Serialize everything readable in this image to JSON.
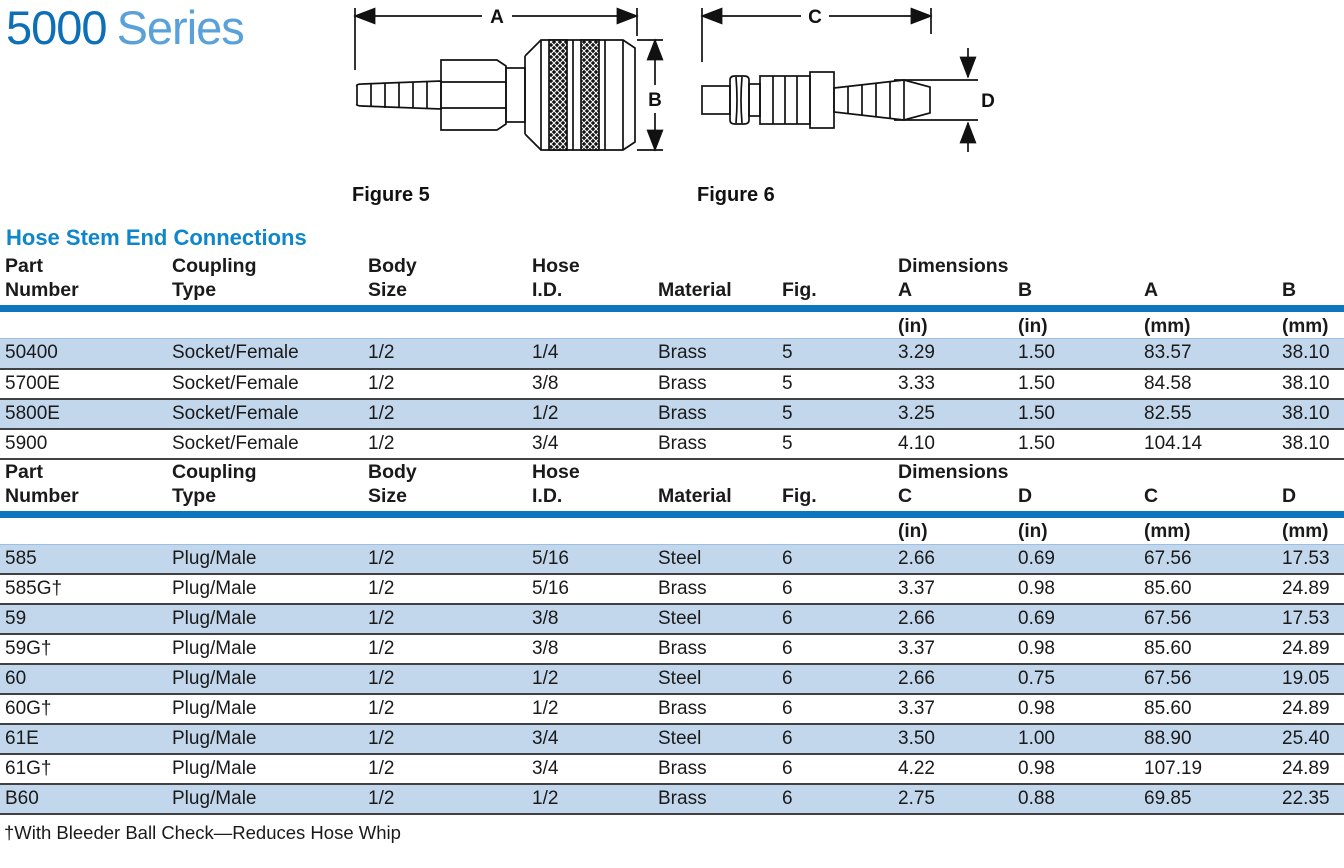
{
  "page": {
    "title_primary": "5000",
    "title_secondary": "Series",
    "section_heading": "Hose Stem End Connections",
    "footnote": "†With Bleeder Ball Check—Reduces Hose Whip",
    "colors": {
      "title_primary": "#0d6fb8",
      "title_secondary": "#5ba1d9",
      "section_heading": "#0d86ca",
      "table_rule": "#0e76bd",
      "row_stripe": "#c3d7ec",
      "row_border": "#414143"
    }
  },
  "figures": [
    {
      "label": "Figure 5",
      "dim_horizontal": "A",
      "dim_vertical": "B",
      "depicts": "socket-female-coupling-drawing"
    },
    {
      "label": "Figure 6",
      "dim_horizontal": "C",
      "dim_vertical": "D",
      "depicts": "plug-male-coupling-drawing"
    }
  ],
  "table1": {
    "header_cols": [
      {
        "line1": "Part",
        "line2": "Number"
      },
      {
        "line1": "Coupling",
        "line2": "Type"
      },
      {
        "line1": "Body",
        "line2": "Size"
      },
      {
        "line1": "Hose",
        "line2": "I.D."
      },
      {
        "line1": "",
        "line2": "Material"
      },
      {
        "line1": "",
        "line2": "Fig."
      },
      {
        "line1": "Dimensions",
        "line2": "A"
      },
      {
        "line1": "",
        "line2": "B"
      },
      {
        "line1": "",
        "line2": "A"
      },
      {
        "line1": "",
        "line2": "B"
      }
    ],
    "units": [
      "",
      "",
      "",
      "",
      "",
      "",
      "(in)",
      "(in)",
      "(mm)",
      "(mm)"
    ],
    "rows": [
      {
        "part": "50400",
        "coupling": "Socket/Female",
        "body": "1/2",
        "hose": "1/4",
        "material": "Brass",
        "fig": "5",
        "d1": "3.29",
        "d2": "1.50",
        "d3": "83.57",
        "d4": "38.10"
      },
      {
        "part": "5700E",
        "coupling": "Socket/Female",
        "body": "1/2",
        "hose": "3/8",
        "material": "Brass",
        "fig": "5",
        "d1": "3.33",
        "d2": "1.50",
        "d3": "84.58",
        "d4": "38.10"
      },
      {
        "part": "5800E",
        "coupling": "Socket/Female",
        "body": "1/2",
        "hose": "1/2",
        "material": "Brass",
        "fig": "5",
        "d1": "3.25",
        "d2": "1.50",
        "d3": "82.55",
        "d4": "38.10"
      },
      {
        "part": "5900",
        "coupling": "Socket/Female",
        "body": "1/2",
        "hose": "3/4",
        "material": "Brass",
        "fig": "5",
        "d1": "4.10",
        "d2": "1.50",
        "d3": "104.14",
        "d4": "38.10"
      }
    ]
  },
  "table2": {
    "header_cols": [
      {
        "line1": "Part",
        "line2": "Number"
      },
      {
        "line1": "Coupling",
        "line2": "Type"
      },
      {
        "line1": "Body",
        "line2": "Size"
      },
      {
        "line1": "Hose",
        "line2": "I.D."
      },
      {
        "line1": "",
        "line2": "Material"
      },
      {
        "line1": "",
        "line2": "Fig."
      },
      {
        "line1": "Dimensions",
        "line2": "C"
      },
      {
        "line1": "",
        "line2": "D"
      },
      {
        "line1": "",
        "line2": "C"
      },
      {
        "line1": "",
        "line2": "D"
      }
    ],
    "units": [
      "",
      "",
      "",
      "",
      "",
      "",
      "(in)",
      "(in)",
      "(mm)",
      "(mm)"
    ],
    "rows": [
      {
        "part": "585",
        "coupling": "Plug/Male",
        "body": "1/2",
        "hose": "5/16",
        "material": "Steel",
        "fig": "6",
        "d1": "2.66",
        "d2": "0.69",
        "d3": "67.56",
        "d4": "17.53"
      },
      {
        "part": "585G†",
        "coupling": "Plug/Male",
        "body": "1/2",
        "hose": "5/16",
        "material": "Brass",
        "fig": "6",
        "d1": "3.37",
        "d2": "0.98",
        "d3": "85.60",
        "d4": "24.89"
      },
      {
        "part": "59",
        "coupling": "Plug/Male",
        "body": "1/2",
        "hose": "3/8",
        "material": "Steel",
        "fig": "6",
        "d1": "2.66",
        "d2": "0.69",
        "d3": "67.56",
        "d4": "17.53"
      },
      {
        "part": "59G†",
        "coupling": "Plug/Male",
        "body": "1/2",
        "hose": "3/8",
        "material": "Brass",
        "fig": "6",
        "d1": "3.37",
        "d2": "0.98",
        "d3": "85.60",
        "d4": "24.89"
      },
      {
        "part": "60",
        "coupling": "Plug/Male",
        "body": "1/2",
        "hose": "1/2",
        "material": "Steel",
        "fig": "6",
        "d1": "2.66",
        "d2": "0.75",
        "d3": "67.56",
        "d4": "19.05"
      },
      {
        "part": "60G†",
        "coupling": "Plug/Male",
        "body": "1/2",
        "hose": "1/2",
        "material": "Brass",
        "fig": "6",
        "d1": "3.37",
        "d2": "0.98",
        "d3": "85.60",
        "d4": "24.89"
      },
      {
        "part": "61E",
        "coupling": "Plug/Male",
        "body": "1/2",
        "hose": "3/4",
        "material": "Steel",
        "fig": "6",
        "d1": "3.50",
        "d2": "1.00",
        "d3": "88.90",
        "d4": "25.40"
      },
      {
        "part": "61G†",
        "coupling": "Plug/Male",
        "body": "1/2",
        "hose": "3/4",
        "material": "Brass",
        "fig": "6",
        "d1": "4.22",
        "d2": "0.98",
        "d3": "107.19",
        "d4": "24.89"
      },
      {
        "part": "B60",
        "coupling": "Plug/Male",
        "body": "1/2",
        "hose": "1/2",
        "material": "Brass",
        "fig": "6",
        "d1": "2.75",
        "d2": "0.88",
        "d3": "69.85",
        "d4": "22.35"
      }
    ]
  }
}
